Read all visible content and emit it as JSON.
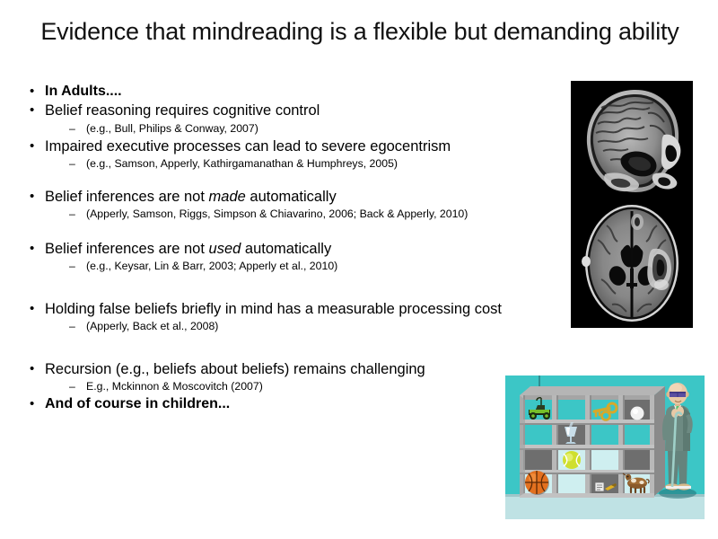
{
  "slide": {
    "title": "Evidence that mindreading is a flexible but demanding ability",
    "bullets": [
      {
        "level": 1,
        "bold": true,
        "text": "In Adults...."
      },
      {
        "level": 1,
        "bold": false,
        "text": "Belief reasoning requires cognitive control"
      },
      {
        "level": 2,
        "text": "(e.g., Bull, Philips & Conway, 2007)"
      },
      {
        "level": 1,
        "bold": false,
        "text": "Impaired executive processes can lead to severe egocentrism"
      },
      {
        "level": 2,
        "text": "(e.g., Samson, Apperly, Kathirgamanathan & Humphreys, 2005)"
      },
      {
        "level": 1,
        "bold": false,
        "text_pre": "Belief inferences are not ",
        "text_em": "made",
        "text_post": " automatically"
      },
      {
        "level": 2,
        "text": "(Apperly, Samson, Riggs, Simpson & Chiavarino, 2006; Back & Apperly, 2010)"
      },
      {
        "level": 1,
        "bold": false,
        "text_pre": "Belief inferences are not ",
        "text_em": "used",
        "text_post": " automatically"
      },
      {
        "level": 2,
        "text": "(e.g., Keysar, Lin & Barr, 2003; Apperly et al., 2010)"
      },
      {
        "level": 1,
        "bold": false,
        "text": "Holding false beliefs briefly in mind has a measurable processing cost"
      },
      {
        "level": 2,
        "text": "(Apperly, Back et al., 2008)"
      },
      {
        "level": 1,
        "bold": false,
        "text": "Recursion (e.g., beliefs about beliefs) remains challenging"
      },
      {
        "level": 2,
        "text": "E.g., Mckinnon & Moscovitch (2007)"
      },
      {
        "level": 1,
        "bold": true,
        "text": "And of course in children..."
      }
    ],
    "bullet_marker": "•",
    "subbullet_marker": "–"
  },
  "figures": {
    "mri": {
      "name": "brain-mri-scans",
      "background": "#000000",
      "slices": [
        {
          "name": "sagittal-mri-slice",
          "view": "sagittal"
        },
        {
          "name": "axial-mri-slice",
          "view": "axial"
        }
      ]
    },
    "director_task": {
      "name": "director-task-illustration",
      "wall_color": "#3cc6c6",
      "floor_color": "#b9dfe0",
      "shelf_color": "#9a9a9a",
      "shelf_dark_color": "#7d7d7d",
      "grid_rows": 4,
      "grid_cols": 4,
      "objects": [
        {
          "name": "toy-truck",
          "label": "truck",
          "color": "#6ab023"
        },
        {
          "name": "gold-key",
          "label": "key",
          "color": "#d7a82a"
        },
        {
          "name": "white-ball",
          "label": "white ball",
          "color": "#f0f0f0"
        },
        {
          "name": "glass-cup",
          "label": "glass",
          "color": "#b9d9ea"
        },
        {
          "name": "tennis-ball",
          "label": "tennis ball",
          "color": "#d4e03a"
        },
        {
          "name": "basketball",
          "label": "basketball",
          "color": "#e2701f"
        },
        {
          "name": "note-paper",
          "label": "note",
          "color": "#e8e8e8"
        },
        {
          "name": "brush",
          "label": "brush",
          "color": "#e0b022"
        },
        {
          "name": "toy-cow",
          "label": "cow",
          "color": "#8a5a2b"
        }
      ],
      "person": {
        "name": "director-figure",
        "suit_color": "#6d8a82",
        "skin_color": "#e5c6a4",
        "glasses_color": "#5a4fa0",
        "tie_color": "#59c26b"
      }
    }
  }
}
